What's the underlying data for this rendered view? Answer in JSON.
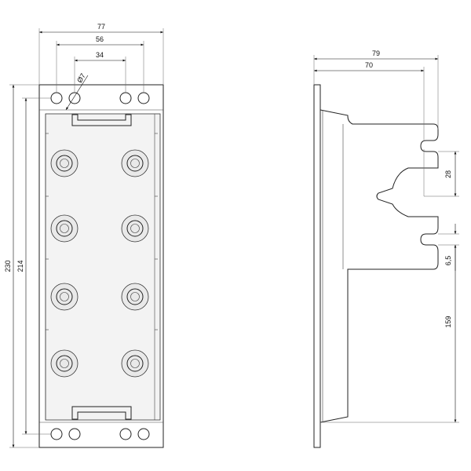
{
  "front_view": {
    "dims": {
      "width_overall": "77",
      "hole_pitch_outer": "56",
      "hole_pitch_inner": "34",
      "hole_diameter": "Ø7",
      "height_overall": "230",
      "height_hole_pitch": "214"
    }
  },
  "side_view": {
    "dims": {
      "depth_overall": "79",
      "depth_to_slot": "70",
      "slot_spacing": "28",
      "slot_width": "6,5",
      "slot_height": "159"
    }
  }
}
